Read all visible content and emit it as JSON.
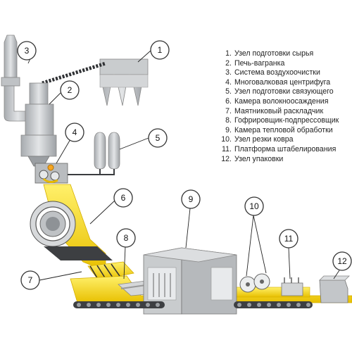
{
  "legend": [
    {
      "num": "1.",
      "label": "Узел подготовки сырья"
    },
    {
      "num": "2.",
      "label": "Печь-вагранка"
    },
    {
      "num": "3.",
      "label": "Система воздухоочистки"
    },
    {
      "num": "4.",
      "label": "Многовалковая центрифуга"
    },
    {
      "num": "5.",
      "label": "Узел подготовки связующего"
    },
    {
      "num": "6.",
      "label": "Камера волокноосаждения"
    },
    {
      "num": "7.",
      "label": "Маятниковый раскладчик"
    },
    {
      "num": "8.",
      "label": "Гофрировщик-подпрессовщик"
    },
    {
      "num": "9.",
      "label": "Камера тепловой обработки"
    },
    {
      "num": "10.",
      "label": "Узел резки ковра"
    },
    {
      "num": "11.",
      "label": "Платформа штабелирования"
    },
    {
      "num": "12.",
      "label": "Узел упаковки"
    }
  ],
  "callouts": [
    "1",
    "2",
    "3",
    "4",
    "5",
    "6",
    "7",
    "8",
    "9",
    "10",
    "11",
    "12"
  ],
  "colors": {
    "wool": "#f2d419",
    "equipment": "#c8cbce",
    "equipment_dark": "#8e9296",
    "conveyor": "#3d3f42",
    "badge_stroke": "#333333"
  }
}
